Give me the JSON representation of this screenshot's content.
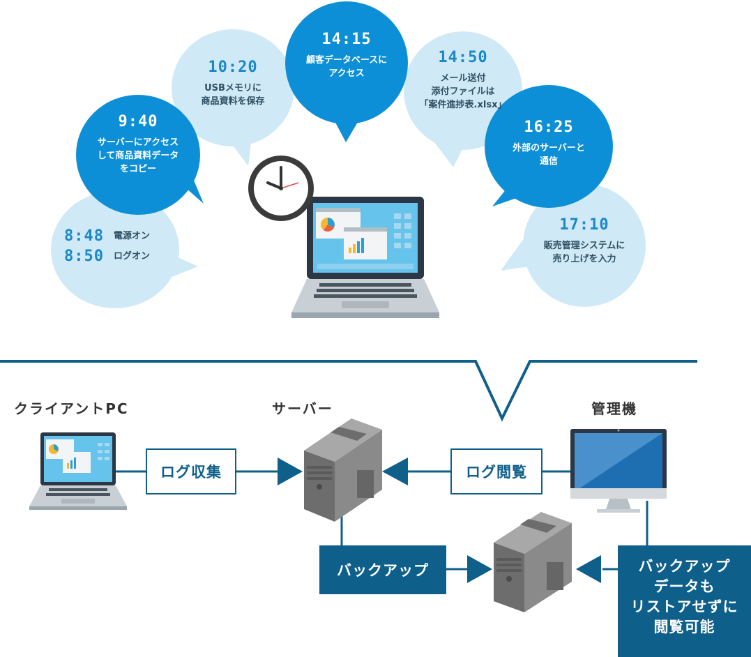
{
  "timeline": [
    {
      "time": "8:48",
      "event": "電源オン"
    },
    {
      "time": "8:50",
      "event": "ログオン"
    },
    {
      "time": "9:40",
      "lines": [
        "サーバーにアクセス",
        "して商品資料データ",
        "をコピー"
      ]
    },
    {
      "time": "10:20",
      "lines": [
        "USBメモリに",
        "商品資料を保存"
      ]
    },
    {
      "time": "14:15",
      "lines": [
        "顧客データベースに",
        "アクセス"
      ]
    },
    {
      "time": "14:50",
      "lines": [
        "メール送付",
        "添付ファイルは",
        "「案件進捗表.xlsx」"
      ]
    },
    {
      "time": "16:25",
      "lines": [
        "外部のサーバーと",
        "通信"
      ]
    },
    {
      "time": "17:10",
      "lines": [
        "販売管理システムに",
        "売り上げを入力"
      ]
    }
  ],
  "nodes": {
    "client": "クライアントPC",
    "server": "サーバー",
    "admin": "管理機"
  },
  "labels": {
    "log_collect": "ログ収集",
    "log_view": "ログ閲覧",
    "backup": "バックアップ",
    "backup_note": [
      "バックアップ",
      "データも",
      "リストアせずに",
      "閲覧可能"
    ]
  },
  "colors": {
    "dark_blue": "#0c8fd6",
    "light_blue": "#cfe9f6",
    "navy": "#0e5f8a"
  }
}
